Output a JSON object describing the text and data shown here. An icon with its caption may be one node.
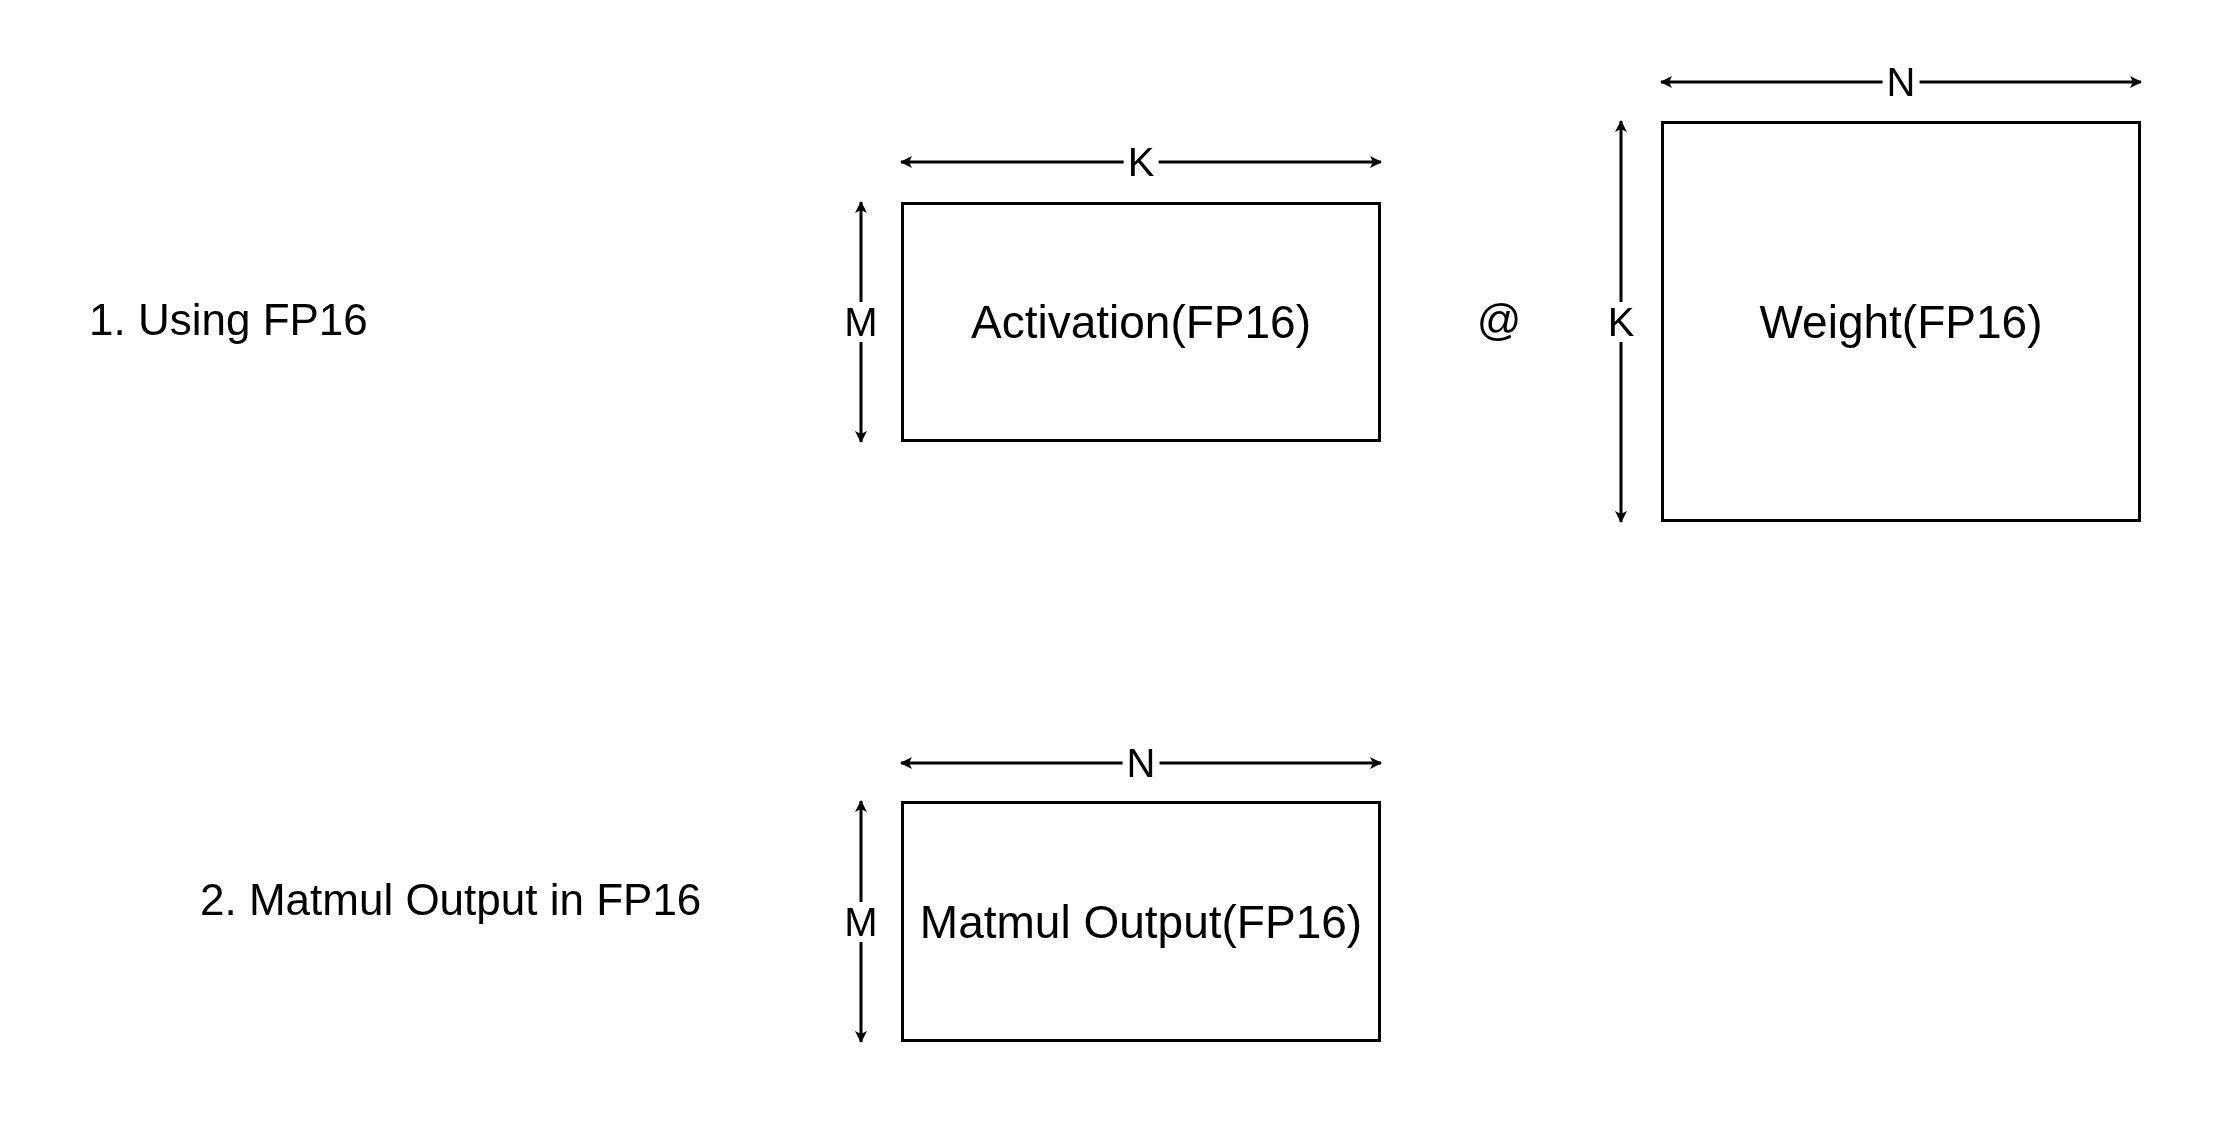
{
  "diagram": {
    "nodes": [
      {
        "text": [
          "Activation(FP16)"
        ]
      },
      {
        "text": [
          "Weight(FP16)"
        ]
      },
      {
        "text": [
          "Matmul Output(FP16)"
        ]
      }
    ],
    "labels": [
      "N",
      "K",
      "1. Using FP16",
      "M",
      "@",
      "K",
      "2. Matmul Output in FP16",
      "N",
      "M"
    ]
  }
}
